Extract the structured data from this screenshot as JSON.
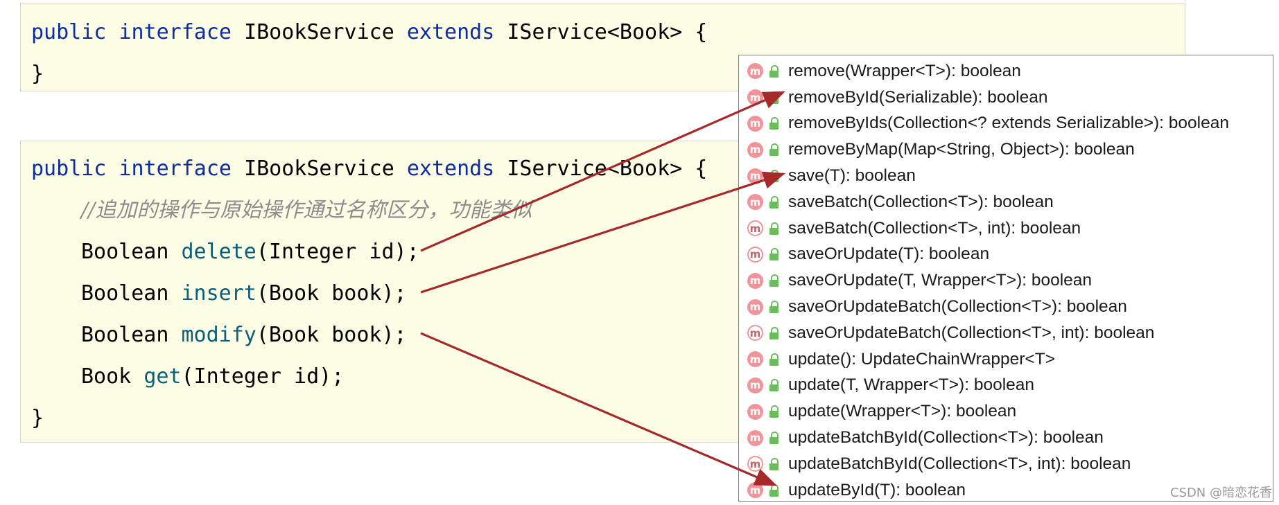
{
  "code_top": {
    "line1": {
      "kw1": "public",
      "kw2": "interface",
      "name": "IBookService",
      "kw3": "extends",
      "rest": "IService<Book> {"
    },
    "line2": "}"
  },
  "code_bottom": {
    "line1": {
      "kw1": "public",
      "kw2": "interface",
      "name": "IBookService",
      "kw3": "extends",
      "rest": "IService<Book> {"
    },
    "comment": "//追加的操作与原始操作通过名称区分，功能类似",
    "methods": [
      {
        "type": "Boolean",
        "name": "delete",
        "params": "(Integer id);"
      },
      {
        "type": "Boolean",
        "name": "insert",
        "params": "(Book book);"
      },
      {
        "type": "Boolean",
        "name": "modify",
        "params": "(Book book);"
      },
      {
        "type": "Book",
        "name": "get",
        "params": "(Integer id);"
      }
    ],
    "close": "}"
  },
  "popup": {
    "icon_letter": "m",
    "items": [
      {
        "label": "remove(Wrapper<T>): boolean",
        "abstract": false
      },
      {
        "label": "removeById(Serializable): boolean",
        "abstract": false
      },
      {
        "label": "removeByIds(Collection<? extends Serializable>): boolean",
        "abstract": false
      },
      {
        "label": "removeByMap(Map<String, Object>): boolean",
        "abstract": false
      },
      {
        "label": "save(T): boolean",
        "abstract": false
      },
      {
        "label": "saveBatch(Collection<T>): boolean",
        "abstract": false
      },
      {
        "label": "saveBatch(Collection<T>, int): boolean",
        "abstract": true
      },
      {
        "label": "saveOrUpdate(T): boolean",
        "abstract": true
      },
      {
        "label": "saveOrUpdate(T, Wrapper<T>): boolean",
        "abstract": false
      },
      {
        "label": "saveOrUpdateBatch(Collection<T>): boolean",
        "abstract": false
      },
      {
        "label": "saveOrUpdateBatch(Collection<T>, int): boolean",
        "abstract": true
      },
      {
        "label": "update(): UpdateChainWrapper<T>",
        "abstract": false
      },
      {
        "label": "update(T, Wrapper<T>): boolean",
        "abstract": false
      },
      {
        "label": "update(Wrapper<T>): boolean",
        "abstract": false
      },
      {
        "label": "updateBatchById(Collection<T>): boolean",
        "abstract": false
      },
      {
        "label": "updateBatchById(Collection<T>, int): boolean",
        "abstract": true
      },
      {
        "label": "updateById(T): boolean",
        "abstract": false
      }
    ]
  },
  "watermark": "CSDN @暗恋花香",
  "colors": {
    "keyword": "#0d2c9e",
    "method": "#0b5e78",
    "comment": "#8c8c8c",
    "arrow": "#a52a2a",
    "panel_bg": "#fdfde6",
    "method_icon": "#f0949a",
    "lock": "#6abe59"
  }
}
